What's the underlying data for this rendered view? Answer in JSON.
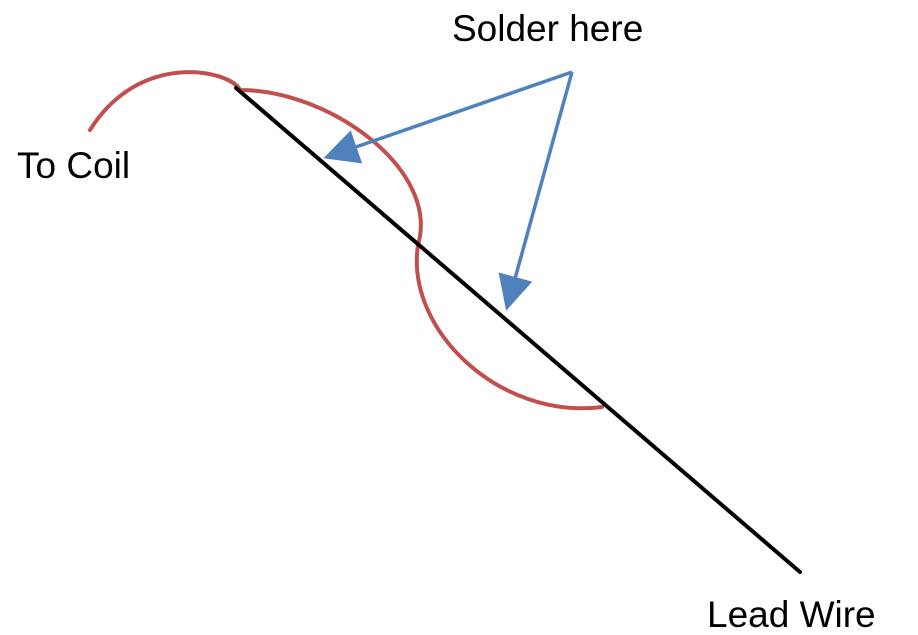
{
  "labels": {
    "solder": "Solder here",
    "coil": "To Coil",
    "lead": "Lead Wire"
  },
  "colors": {
    "coil_wire": "#C0504D",
    "lead_wire": "#000000",
    "arrow": "#4F81BD",
    "background": "#FFFFFF"
  }
}
